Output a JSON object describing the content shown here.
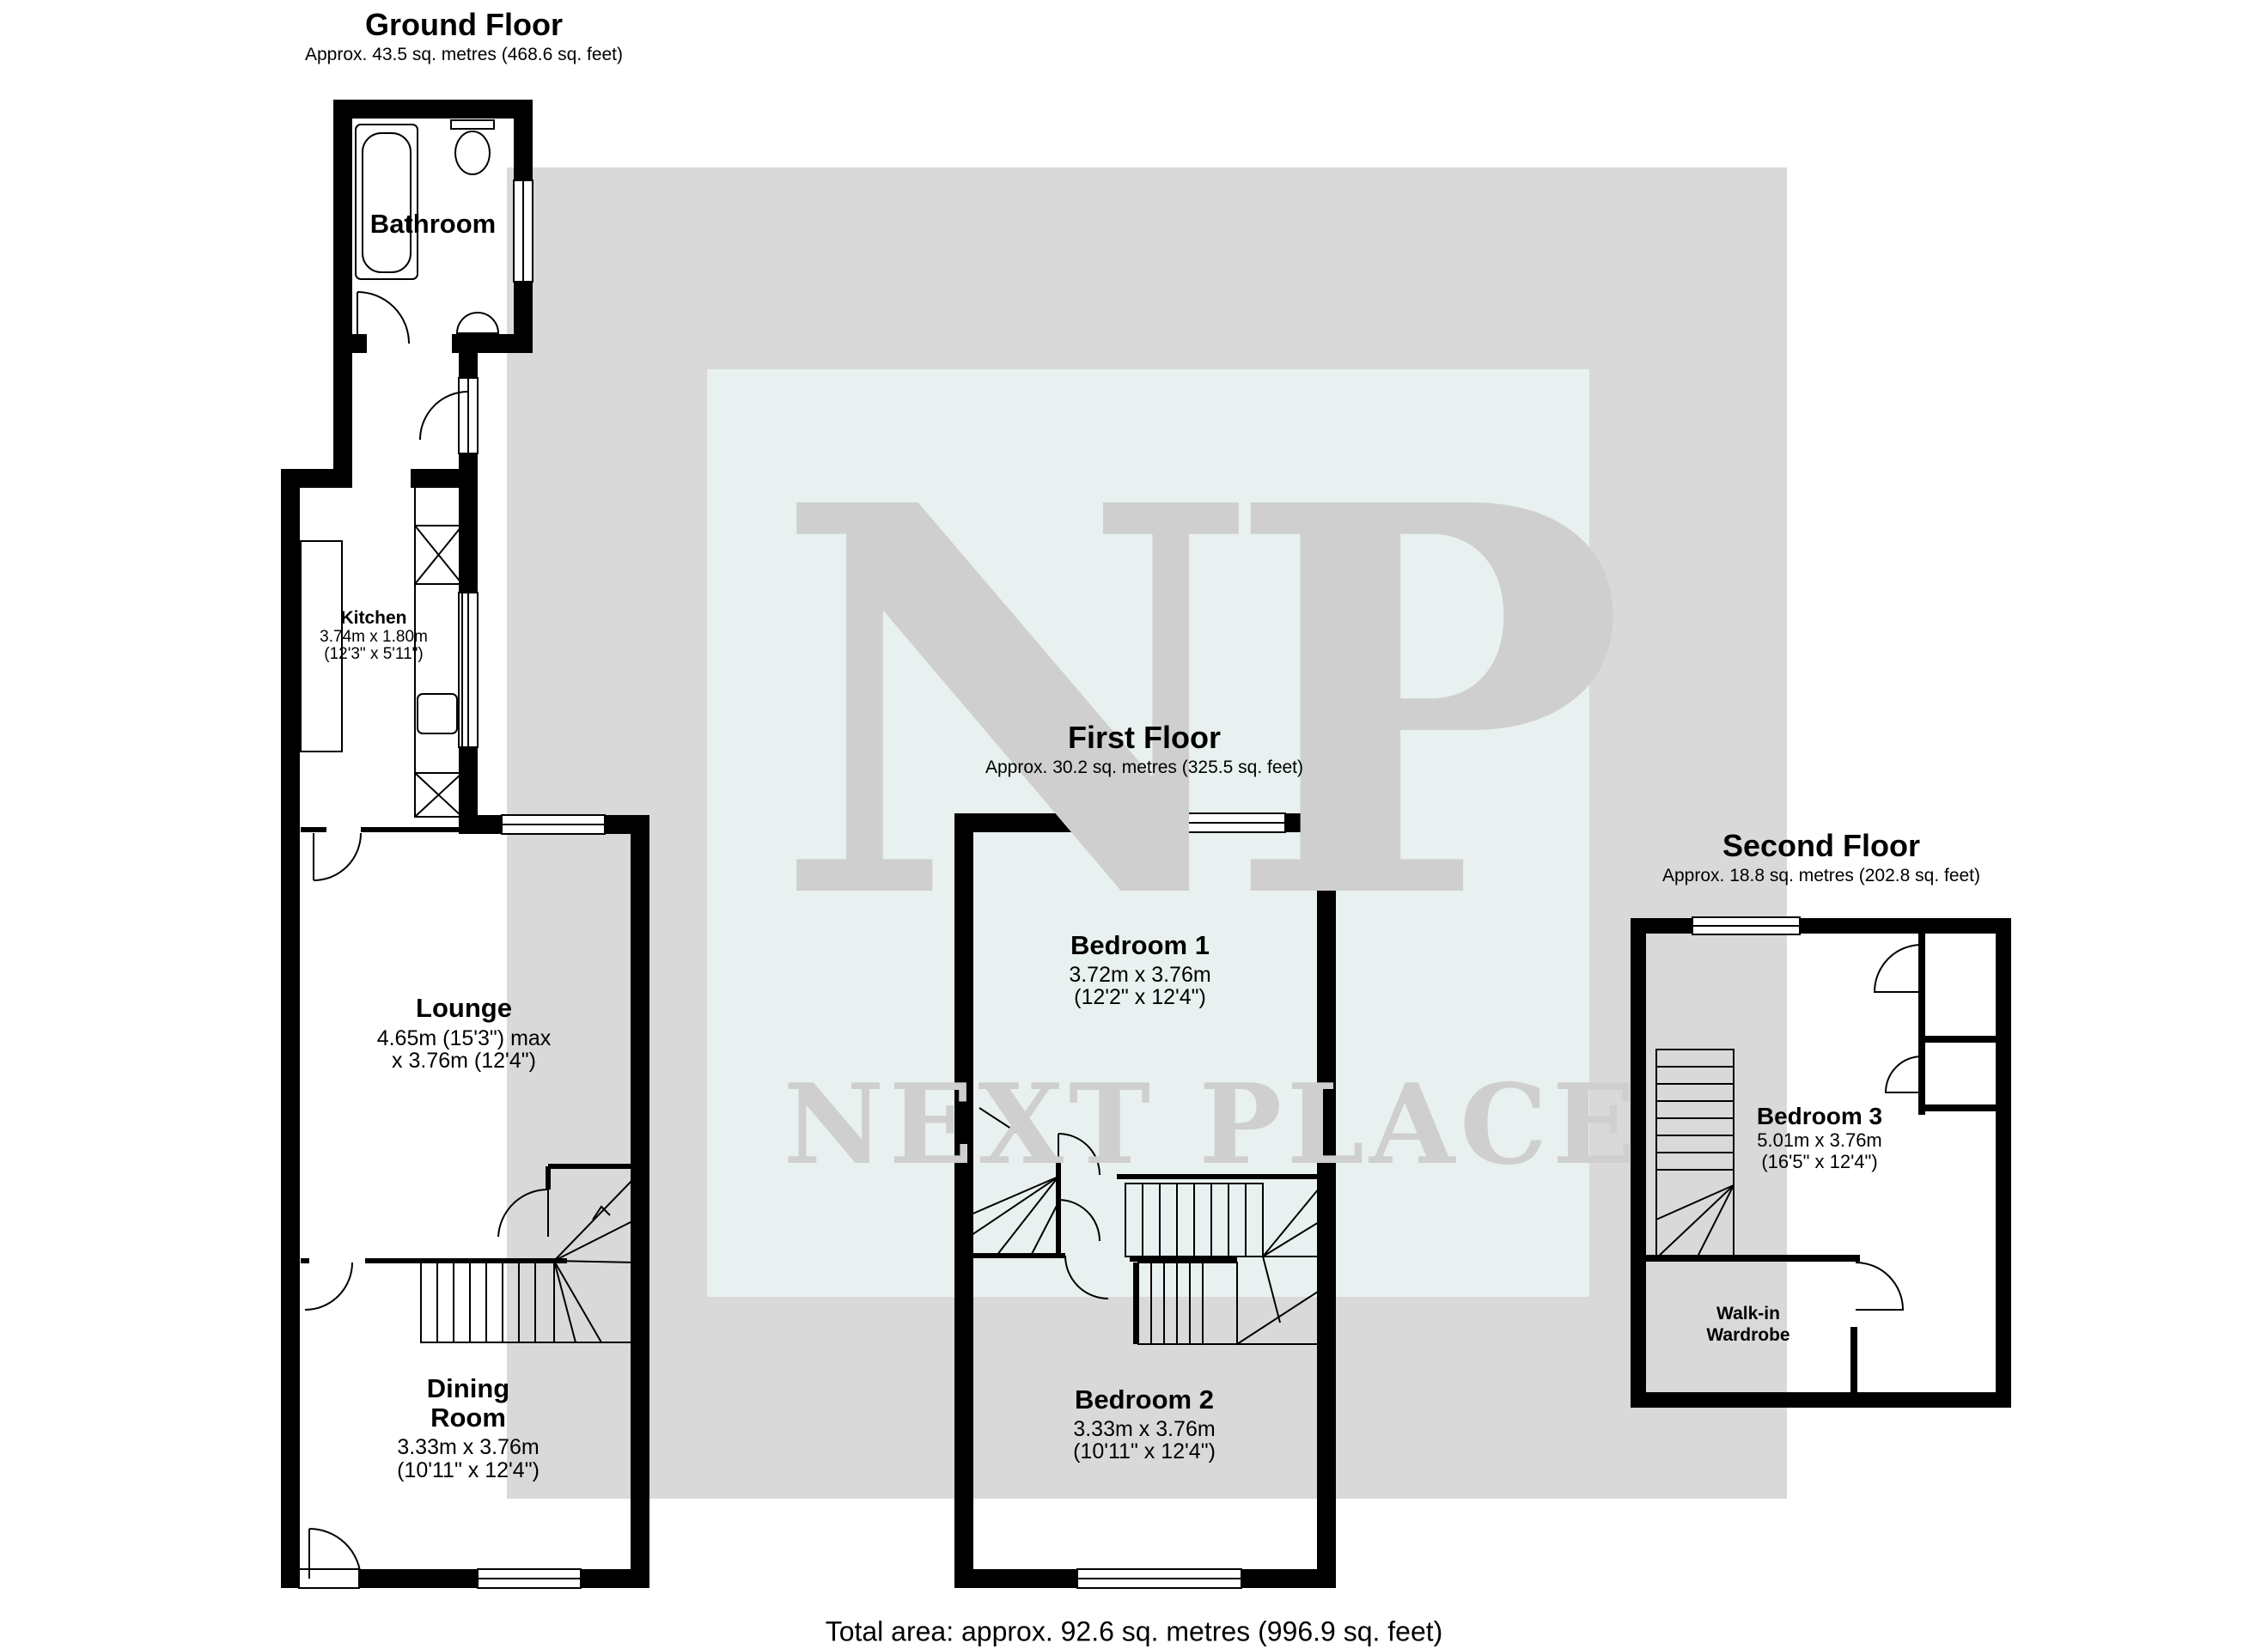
{
  "watermark": {
    "monogram": "NP",
    "brand": "NEXT PLACE",
    "colors": {
      "outer": "#d9d9d9",
      "inner": "#e8f0f0",
      "letters": "#cfcfcf"
    }
  },
  "floors": [
    {
      "title": "Ground Floor",
      "area": "Approx. 43.5 sq. metres (468.6 sq. feet)",
      "rooms": [
        {
          "name": "Bathroom"
        },
        {
          "name": "Kitchen",
          "dims": [
            "3.74m x 1.80m",
            "(12'3\" x 5'11\")"
          ]
        },
        {
          "name": "Lounge",
          "dims": [
            "4.65m (15'3\") max",
            "x 3.76m (12'4\")"
          ]
        },
        {
          "name": "Dining Room",
          "name_lines": [
            "Dining",
            "Room"
          ],
          "dims": [
            "3.33m x 3.76m",
            "(10'11\" x 12'4\")"
          ]
        }
      ]
    },
    {
      "title": "First Floor",
      "area": "Approx. 30.2 sq. metres (325.5 sq. feet)",
      "rooms": [
        {
          "name": "Bedroom 1",
          "dims": [
            "3.72m x 3.76m",
            "(12'2\" x 12'4\")"
          ]
        },
        {
          "name": "Bedroom 2",
          "dims": [
            "3.33m x 3.76m",
            "(10'11\" x 12'4\")"
          ]
        }
      ]
    },
    {
      "title": "Second Floor",
      "area": "Approx. 18.8 sq. metres (202.8 sq. feet)",
      "rooms": [
        {
          "name": "Bedroom 3",
          "dims": [
            "5.01m x 3.76m",
            "(16'5\" x 12'4\")"
          ]
        },
        {
          "name": "Walk-in Wardrobe",
          "name_lines": [
            "Walk-in",
            "Wardrobe"
          ]
        }
      ]
    }
  ],
  "total_area": "Total area: approx. 92.6 sq. metres (996.9 sq. feet)"
}
